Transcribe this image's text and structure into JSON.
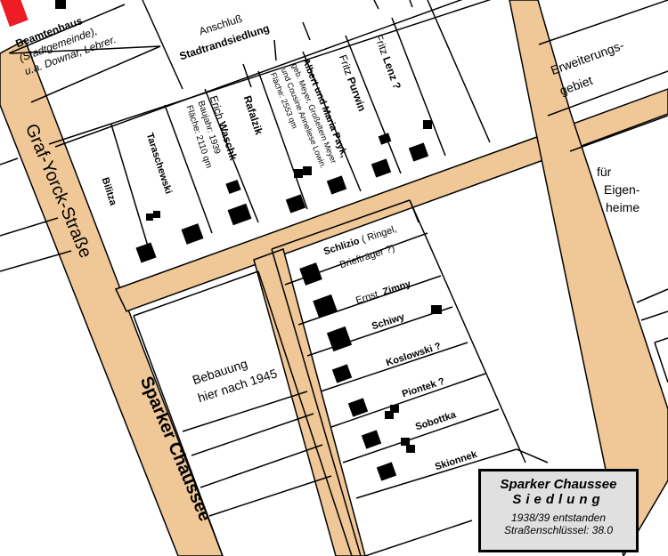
{
  "colors": {
    "road": "#f0c898",
    "building": "#000000",
    "highlight": "#ee1c24",
    "legend_bg": "#e0e0e0"
  },
  "streets": {
    "graf_yorck": "Graf-Yorck-Straße",
    "sparker": "Sparker Chaussee"
  },
  "top": {
    "beamtenhaus": "Beamtenhaus",
    "beamten_sub1": "(Stadtgemeinde),",
    "beamten_sub2": "u.a. Downar, Lehrer.",
    "anschluss": "Anschluß",
    "stadtrand": "Stadtrandsiedlung"
  },
  "owners": {
    "bilitza": "Bilitza",
    "taraschewski": "Taraschewski",
    "waschk_first": "Erich",
    "waschk_last": "Waschk",
    "waschk_year": "Baujahr:  1939",
    "waschk_area": "Fläche:  2110 qm",
    "rafalzik": "Rafalzik",
    "payk_line1": "Albert und Maria Payk,",
    "payk_line2": "geb. Meyer, Großeltern Meyer",
    "payk_line3": "und Cousine Anneliese Lowin.",
    "payk_line4": "Fläche: 2553 qm",
    "purwin_first": "Fritz",
    "purwin_last": "Purwin",
    "lenz_first": "Fritz",
    "lenz_last": "Lenz ?"
  },
  "east": {
    "erweiterung1": "Erweiterungs-",
    "erweiterung2": "gebiet",
    "eigen1": "für",
    "eigen2": "Eigen-",
    "eigen3": "heime"
  },
  "south": {
    "bebauung1": "Bebauung",
    "bebauung2": "hier nach 1945",
    "schlizio": "Schlizio",
    "schlizio_note1": "( Ringel,",
    "schlizio_note2": "Briefträger ?)",
    "zimny_first": "Ernst",
    "zimny_last": "Zimny",
    "schiwy": "Schiwy",
    "koslowski": "Koslowski ?",
    "piontek": "Piontek ?",
    "sobottka": "Sobottka",
    "skionnek": "Skionnek"
  },
  "legend": {
    "title": "Sparker Chaussee",
    "subtitle": "Siedlung",
    "line1": "1938/39 entstanden",
    "line2": "Straßenschlüssel: 38.0"
  }
}
